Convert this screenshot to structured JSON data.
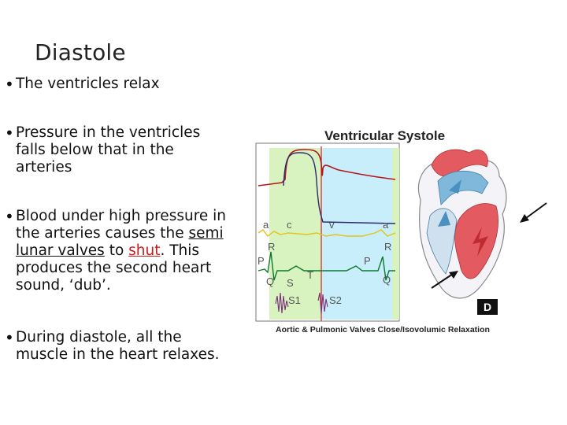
{
  "slide": {
    "title": "Diastole",
    "bullets": [
      {
        "text": "The ventricles relax"
      },
      {
        "line1": "Pressure in the ventricles",
        "line2": "falls below that in the",
        "line3": "arteries"
      },
      {
        "line1": "Blood under high pressure in",
        "line2": "the arteries causes the ",
        "semi": "semi",
        "lunar": "lunar valves",
        "to": " to ",
        "shut": "shut",
        "after_shut": ". This",
        "line4": "produces the second heart",
        "line5": "sound, ‘dub’."
      },
      {
        "line1": "During diastole, all the",
        "line2": "muscle in the heart relaxes."
      }
    ]
  },
  "figure": {
    "header": "Ventricular Systole",
    "caption": "Aortic & Pulmonic Valves Close/Isovolumic Relaxation",
    "panel_letter": "D",
    "wave_labels": {
      "a_left": "a",
      "c": "c",
      "v": "v",
      "a_right": "a",
      "R_left": "R",
      "P_left": "P",
      "Q_left": "Q",
      "S": "S",
      "T": "T",
      "P_right": "P",
      "R_right": "R",
      "Q_right": "Q",
      "S1": "S1",
      "S2": "S2"
    },
    "colors": {
      "green_band": "#d8f3c0",
      "blue_band": "#c7eefa",
      "pressure_red": "#b3171b",
      "ventricle_blue": "#2c2a6e",
      "atrial_yellow": "#e2c418",
      "ecg_green": "#0f7a2e",
      "sound_purple": "#7a2e7a",
      "heart_red": "#e35a60",
      "heart_blue": "#7fb8da"
    }
  }
}
